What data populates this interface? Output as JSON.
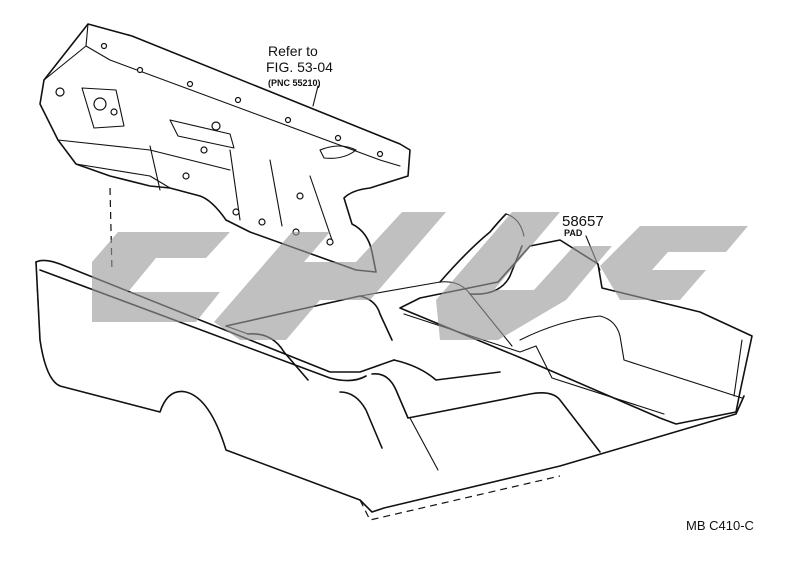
{
  "callouts": {
    "refer_line1": "Refer to",
    "refer_line2": "FIG. 53-04",
    "refer_line3": "(PNC 55210)",
    "part_number": "58657",
    "part_name": "PAD"
  },
  "figure_code": "MB C410-C",
  "colors": {
    "ink": "#111111",
    "watermark": "#9a9a9a",
    "background": "#ffffff"
  }
}
